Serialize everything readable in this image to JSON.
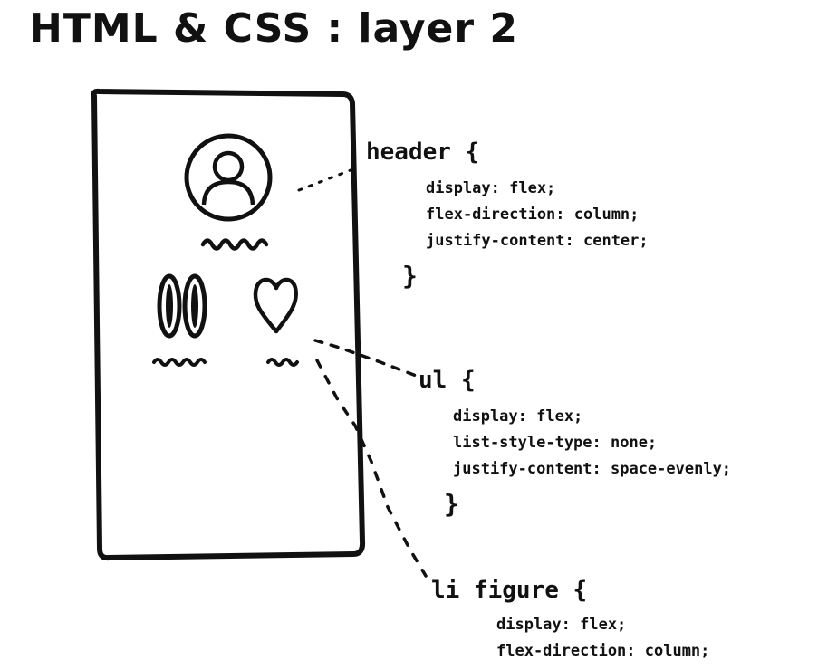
{
  "title": "HTML & CSS : layer 2",
  "rules": [
    {
      "selector": "header {",
      "declarations": [
        "display: flex;",
        "flex-direction: column;",
        "justify-content: center;"
      ],
      "close": "}"
    },
    {
      "selector": "ul {",
      "declarations": [
        "display: flex;",
        "list-style-type: none;",
        "justify-content: space-evenly;"
      ],
      "close": "}"
    },
    {
      "selector": "li figure {",
      "declarations": [
        "display: flex;",
        "flex-direction: column;"
      ]
    }
  ]
}
